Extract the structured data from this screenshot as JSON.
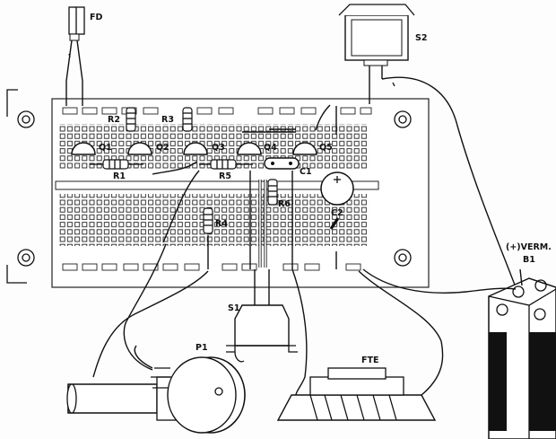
{
  "labels": {
    "fd": "FD",
    "s2": "S2",
    "r1": "R1",
    "r2": "R2",
    "r3": "R3",
    "r4": "R4",
    "r5": "R5",
    "r6": "R6",
    "q1": "Q1",
    "q2": "Q2",
    "q3": "Q3",
    "q4": "Q4",
    "q5": "Q5",
    "c1": "C1",
    "c2": "C2",
    "s1": "S1",
    "p1": "P1",
    "fte": "FTE",
    "b1_polarity": "(+)VERM.",
    "b1": "B1"
  },
  "colors": {
    "ink": "#111111",
    "paper": "#fdfdfd"
  }
}
